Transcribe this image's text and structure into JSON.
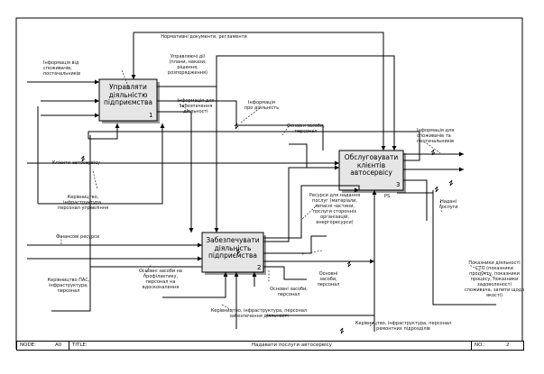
{
  "diagram": {
    "boxes": [
      {
        "title": "Управляти діяльністю підприємства",
        "number": "1"
      },
      {
        "title": "Забезпечувати діяльність підприємства",
        "number": "2"
      },
      {
        "title": "Обслуговувати клієнтів автосервісу",
        "number": "3"
      }
    ],
    "arrow_labels": {
      "info_from_clients": "Інформація від споживачів, постачальників",
      "normative_docs": "Нормативні документи, регламенти",
      "control_impacts": "Управляючі дії (плани, накази, рішення, розпорядження)",
      "info_for_support": "Інформація для забезпечення діяльності",
      "info_about_activity": "Інформація про діяльність",
      "fixed_assets_personnel_top": "Основні засоби, персонал",
      "info_for_consumers": "Інформація для споживачів та постачальників",
      "clients": "Клієнти автосервісу",
      "management_staff": "Керівництво, інфраструктура, персонал управління",
      "financial_resources": "Фінансові ресурси",
      "service_resources": "Ресурси для надання послуг (матеріали, запасні частини, послуги сторонніх організацій, енергоресурси)",
      "services_provided": "Надані послуги",
      "sto_indicators": "Показники діяльності СТО (показники продукту, показники процесу, показники задоволеності споживача, запити щодо якості)",
      "pas_management": "Керівництво ПАС, інфраструктура, персонал",
      "fixed_assets_at_enterprise": "Основні засоби на профілактику, персонал на вдосконалення",
      "fixed_assets_personnel_mid": "Основні засоби, персонал",
      "fixed_assets_personnel_low": "Основні засоби, персонал",
      "support_staff": "Керівництво, інфраструктура, персонал забезпечення діяльності",
      "repair_staff": "Керівництво, інфраструктура, персонал ремонтних підрозділів"
    },
    "status_tag": "PS"
  },
  "footer": {
    "node_label": "NODE:",
    "node_value": "A0",
    "title_label": "TITLE:",
    "title_value": "Надавати послуги автосервісу",
    "number_label": "NO.:",
    "number_value": "2"
  }
}
